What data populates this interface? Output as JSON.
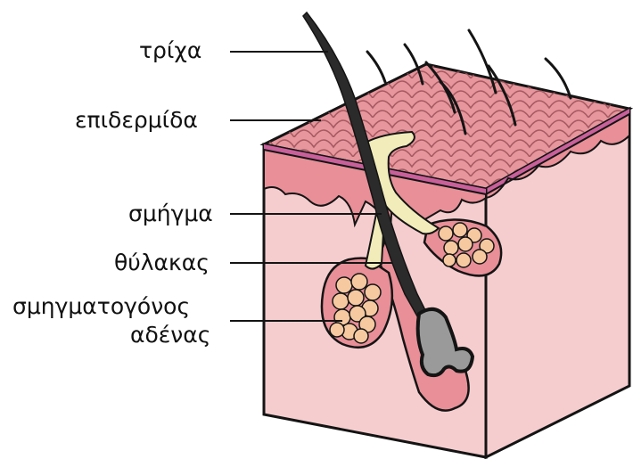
{
  "labels": {
    "hair": "τρίχα",
    "epidermis": "επιδερμίδα",
    "sebum": "σμήγμα",
    "follicle": "θύλακας",
    "gland_line1": "σμηγματογόνος",
    "gland_line2": "αδένας"
  },
  "colors": {
    "skin_side": "#f6cdcf",
    "skin_top": "#e6969c",
    "dermis_band": "#e88f98",
    "epidermis_stripe": "#c9609a",
    "outline": "#141414",
    "hair": "#2b2b2b",
    "hair_bulb": "#9a9a9a",
    "sebum": "#f2ecba",
    "gland_cell": "#f6c9a0"
  }
}
